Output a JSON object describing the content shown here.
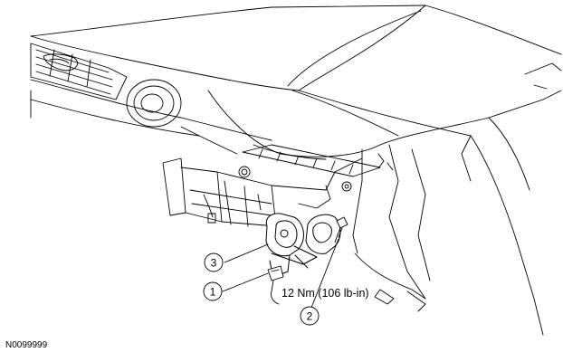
{
  "callouts": [
    {
      "number": "1"
    },
    {
      "number": "2"
    },
    {
      "number": "3"
    }
  ],
  "torque_spec": "12 Nm (106 lb-in)",
  "figure_id": "N0099999",
  "colors": {
    "line": "#000000",
    "background": "#ffffff",
    "fill": "#ffffff"
  }
}
